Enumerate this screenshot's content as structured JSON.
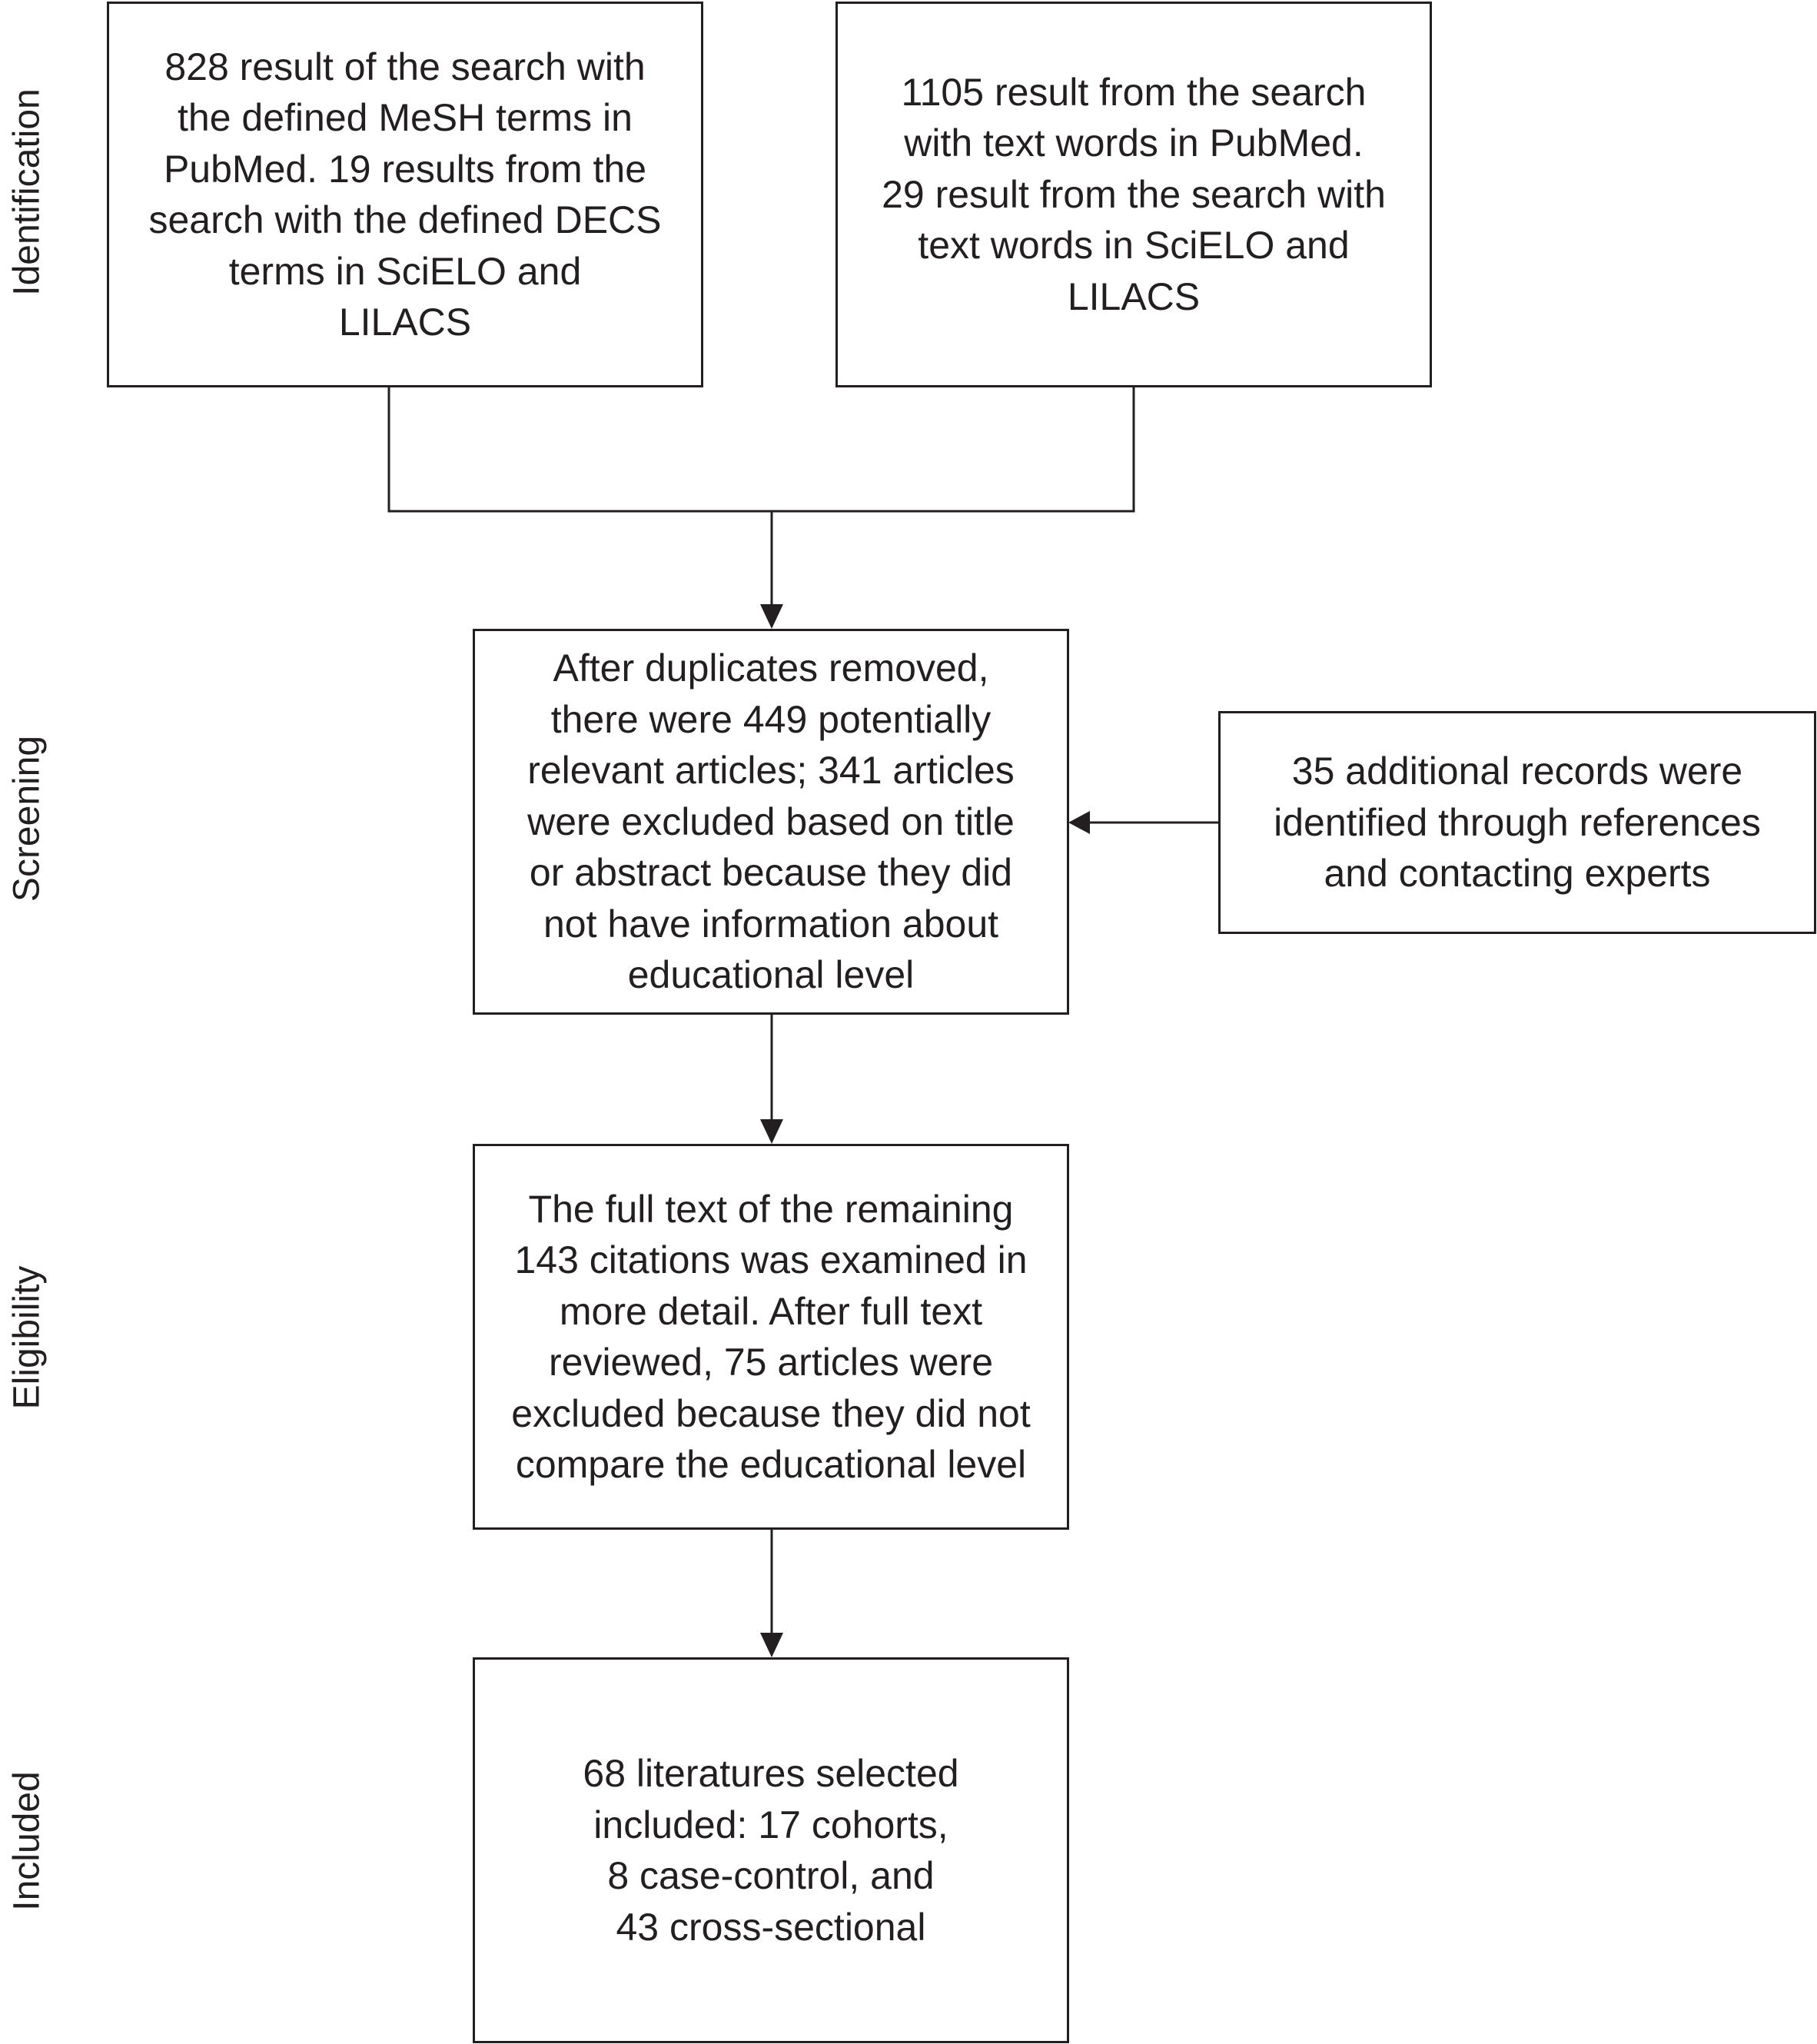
{
  "stages": [
    {
      "id": "identification",
      "label": "Identification"
    },
    {
      "id": "screening",
      "label": "Screening"
    },
    {
      "id": "eligibility",
      "label": "Eligibility"
    },
    {
      "id": "included",
      "label": "Included"
    }
  ],
  "boxes": {
    "mesh_search": "828 result of the search with\nthe defined MeSH terms in\nPubMed. 19 results from the\nsearch with the defined DECS\nterms in SciELO and\nLILACS",
    "text_search": "1105 result from the search\nwith text words in PubMed.\n29 result from the search with\ntext words in SciELO and\nLILACS",
    "screening": "After duplicates removed,\nthere were 449 potentially\nrelevant articles; 341 articles\nwere excluded based on title\nor abstract because they did\nnot have information about\neducational level",
    "additional_records": "35 additional records were\nidentified through references\nand contacting experts",
    "eligibility": "The full text of the remaining\n143 citations was examined in\nmore detail. After full text\nreviewed, 75 articles were\nexcluded because they did not\ncompare the educational level",
    "included": "68 literatures selected\nincluded: 17 cohorts,\n8 case-control, and\n43 cross-sectional"
  }
}
